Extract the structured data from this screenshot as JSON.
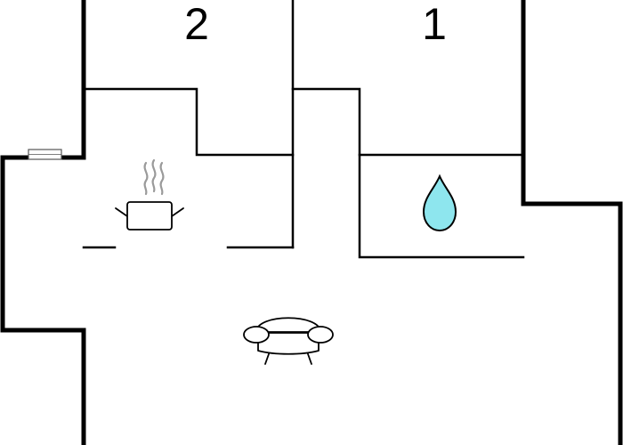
{
  "floor_plan": {
    "rooms": [
      {
        "number": "2",
        "kind": "bedroom"
      },
      {
        "number": "1",
        "kind": "bedroom"
      }
    ],
    "icons": [
      {
        "name": "kitchen-pot-icon",
        "room": "kitchen"
      },
      {
        "name": "water-drop-icon",
        "room": "bathroom",
        "color": "#8ee6ee"
      },
      {
        "name": "sofa-icon",
        "room": "living-room"
      },
      {
        "name": "window-icon",
        "room": "exterior-wall"
      }
    ],
    "colors": {
      "wall": "#000000",
      "background": "#ffffff",
      "water": "#8ee6ee",
      "steam": "#9a9a9a"
    }
  }
}
